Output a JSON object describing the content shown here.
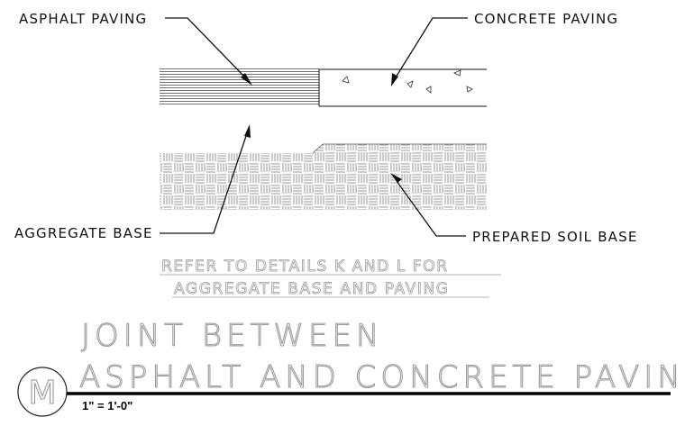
{
  "labels": {
    "asphalt_paving": "ASPHALT PAVING",
    "concrete_paving": "CONCRETE PAVING",
    "aggregate_base": "AGGREGATE BASE",
    "prepared_soil_base": "PREPARED SOIL BASE"
  },
  "note": {
    "line1": "REFER TO DETAILS K AND L FOR",
    "line2": "AGGREGATE BASE AND PAVING"
  },
  "title": {
    "line1": "JOINT BETWEEN",
    "line2": "ASPHALT AND CONCRETE PAVING"
  },
  "detail_mark": "M",
  "scale": "1\" = 1'-0\"",
  "colors": {
    "linework": "#111111",
    "title_outline": "#9c9c9c"
  }
}
